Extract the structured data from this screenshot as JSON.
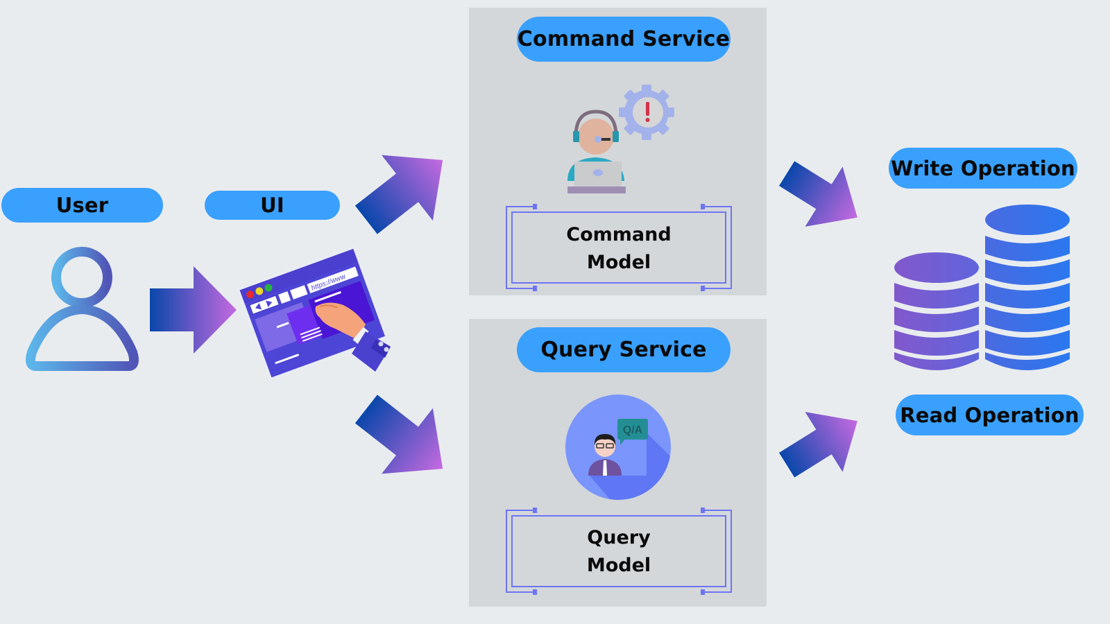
{
  "labels": {
    "user": "User",
    "ui": "UI",
    "command_service": "Command Service",
    "command_model_line1": "Command",
    "command_model_line2": "Model",
    "query_service": "Query Service",
    "query_model_line1": "Query",
    "query_model_line2": "Model",
    "write_operation": "Write Operation",
    "read_operation": "Read Operation"
  },
  "browser": {
    "url_text": "https://www"
  },
  "qa_bubble": "Q/A",
  "icons": {
    "user": "user-outline-icon",
    "ui": "browser-touch-icon",
    "command": "support-agent-gear-alert-icon",
    "query": "qa-person-icon",
    "database": "database-stack-icon"
  },
  "colors": {
    "background": "#e9ecef",
    "panel": "#d4d7da",
    "pill": "#3aa0fd",
    "frame": "#6d74f3",
    "arrow_start": "#0a47ab",
    "arrow_end": "#c56ae0"
  }
}
